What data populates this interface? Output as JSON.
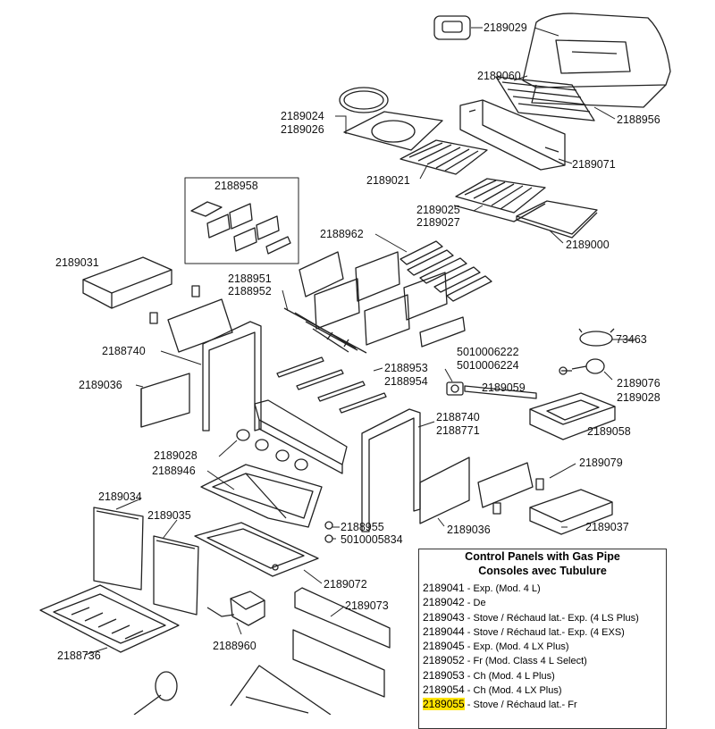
{
  "parts": {
    "p2189029": "2189029",
    "p2189060": "2189060",
    "p2188956": "2188956",
    "p2189024": "2189024",
    "p2189026": "2189026",
    "p2189071": "2189071",
    "p2189021": "2189021",
    "p2188958": "2188958",
    "p2189025": "2189025",
    "p2189027": "2189027",
    "p2188962": "2188962",
    "p2189000": "2189000",
    "p2189031": "2189031",
    "p2188951": "2188951",
    "p2188952": "2188952",
    "p73463": "73463",
    "p2188740a": "2188740",
    "p5010006222": "5010006222",
    "p5010006224": "5010006224",
    "p2188953": "2188953",
    "p2188954": "2188954",
    "p2189076": "2189076",
    "p2189036a": "2189036",
    "p2189059": "2189059",
    "p2189028a": "2189028",
    "p2188740b": "2188740",
    "p2188771": "2188771",
    "p2189058": "2189058",
    "p2189028b": "2189028",
    "p2189079": "2189079",
    "p2188946": "2188946",
    "p2189034": "2189034",
    "p2189035": "2189035",
    "p2188955": "2188955",
    "p5010005834": "5010005834",
    "p2189037": "2189037",
    "p2189036b": "2189036",
    "p2189072": "2189072",
    "p2189073": "2189073",
    "p2188960": "2188960",
    "p2188736": "2188736"
  },
  "legend": {
    "title1": "Control Panels with Gas Pipe",
    "title2": "Consoles avec Tubulure",
    "rows": [
      {
        "code": "2189041",
        "desc": " - Exp. (Mod. 4 L)"
      },
      {
        "code": "2189042",
        "desc": " - De"
      },
      {
        "code": "2189043",
        "desc": " - Stove / Réchaud lat.- Exp. (4 LS Plus)"
      },
      {
        "code": "2189044",
        "desc": " - Stove / Réchaud lat.- Exp. (4 EXS)"
      },
      {
        "code": "2189045",
        "desc": " - Exp. (Mod. 4 LX Plus)"
      },
      {
        "code": "2189052",
        "desc": " - Fr (Mod. Class 4 L Select)"
      },
      {
        "code": "2189053",
        "desc": " - Ch (Mod. 4 L Plus)"
      },
      {
        "code": "2189054",
        "desc": " - Ch (Mod. 4 LX Plus)"
      },
      {
        "code": "2189055",
        "desc": " - Stove / Réchaud lat.- Fr"
      }
    ]
  },
  "colors": {
    "line": "#222222",
    "highlight": "#ffe300"
  }
}
